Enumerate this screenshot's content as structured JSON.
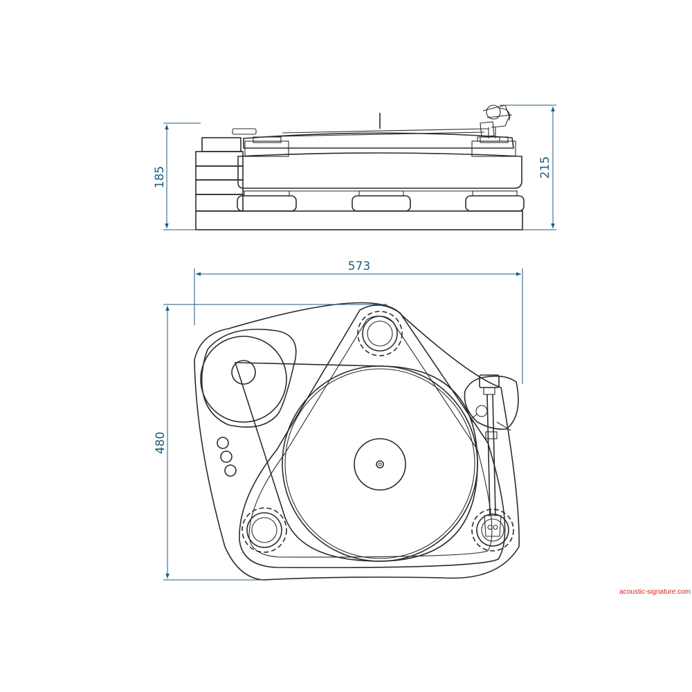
{
  "dimensions": {
    "side_view_left_height": "185",
    "side_view_right_height": "215",
    "top_view_width": "573",
    "top_view_depth": "480"
  },
  "watermark": "acoustic-signature.com",
  "colors": {
    "line": "#2a2a2a",
    "dimension": "#1e5a80",
    "watermark": "#d21e1e"
  }
}
